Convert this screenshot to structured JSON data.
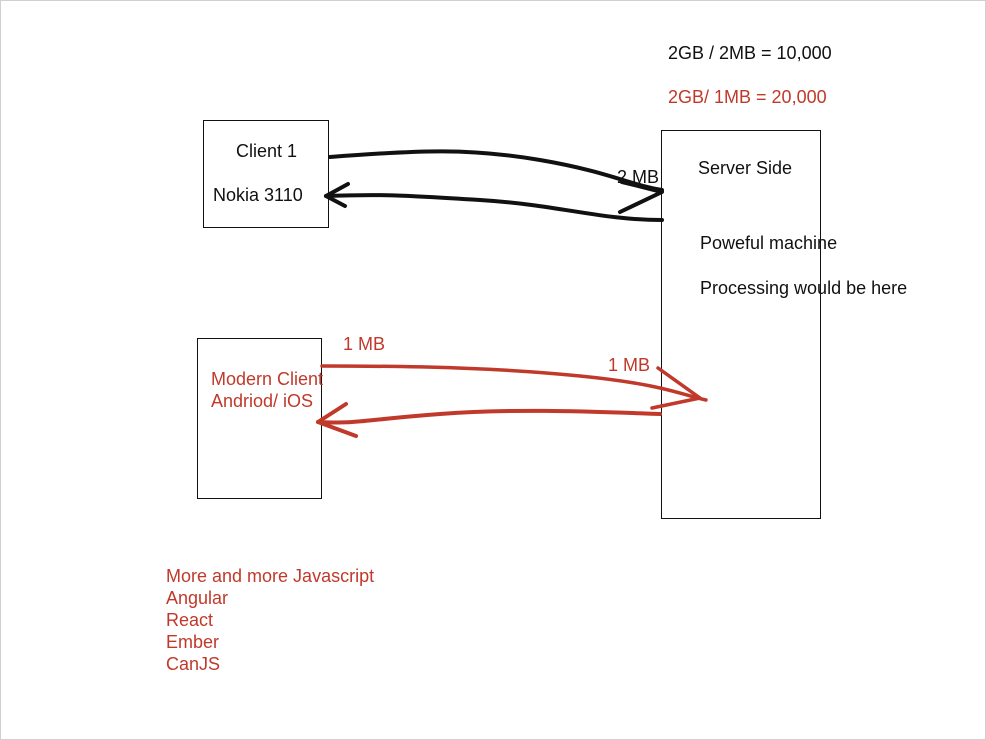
{
  "calc": {
    "line1": "2GB / 2MB = 10,000",
    "line2": "2GB/ 1MB = 20,000"
  },
  "client1": {
    "title": "Client 1",
    "device": "Nokia 3110"
  },
  "server": {
    "title": "Server Side",
    "line1": "Poweful machine",
    "line2": "Processing would be here"
  },
  "modern_client": {
    "line1": "Modern Client",
    "line2": "Andriod/ iOS"
  },
  "arrows": {
    "black_label": "2 MB",
    "red_label_left": "1 MB",
    "red_label_right": "1 MB"
  },
  "tech": {
    "heading": "More and more Javascript",
    "items": [
      "Angular",
      "React",
      "Ember",
      "CanJS"
    ]
  },
  "colors": {
    "ink_black": "#111111",
    "ink_red": "#c0392b"
  }
}
